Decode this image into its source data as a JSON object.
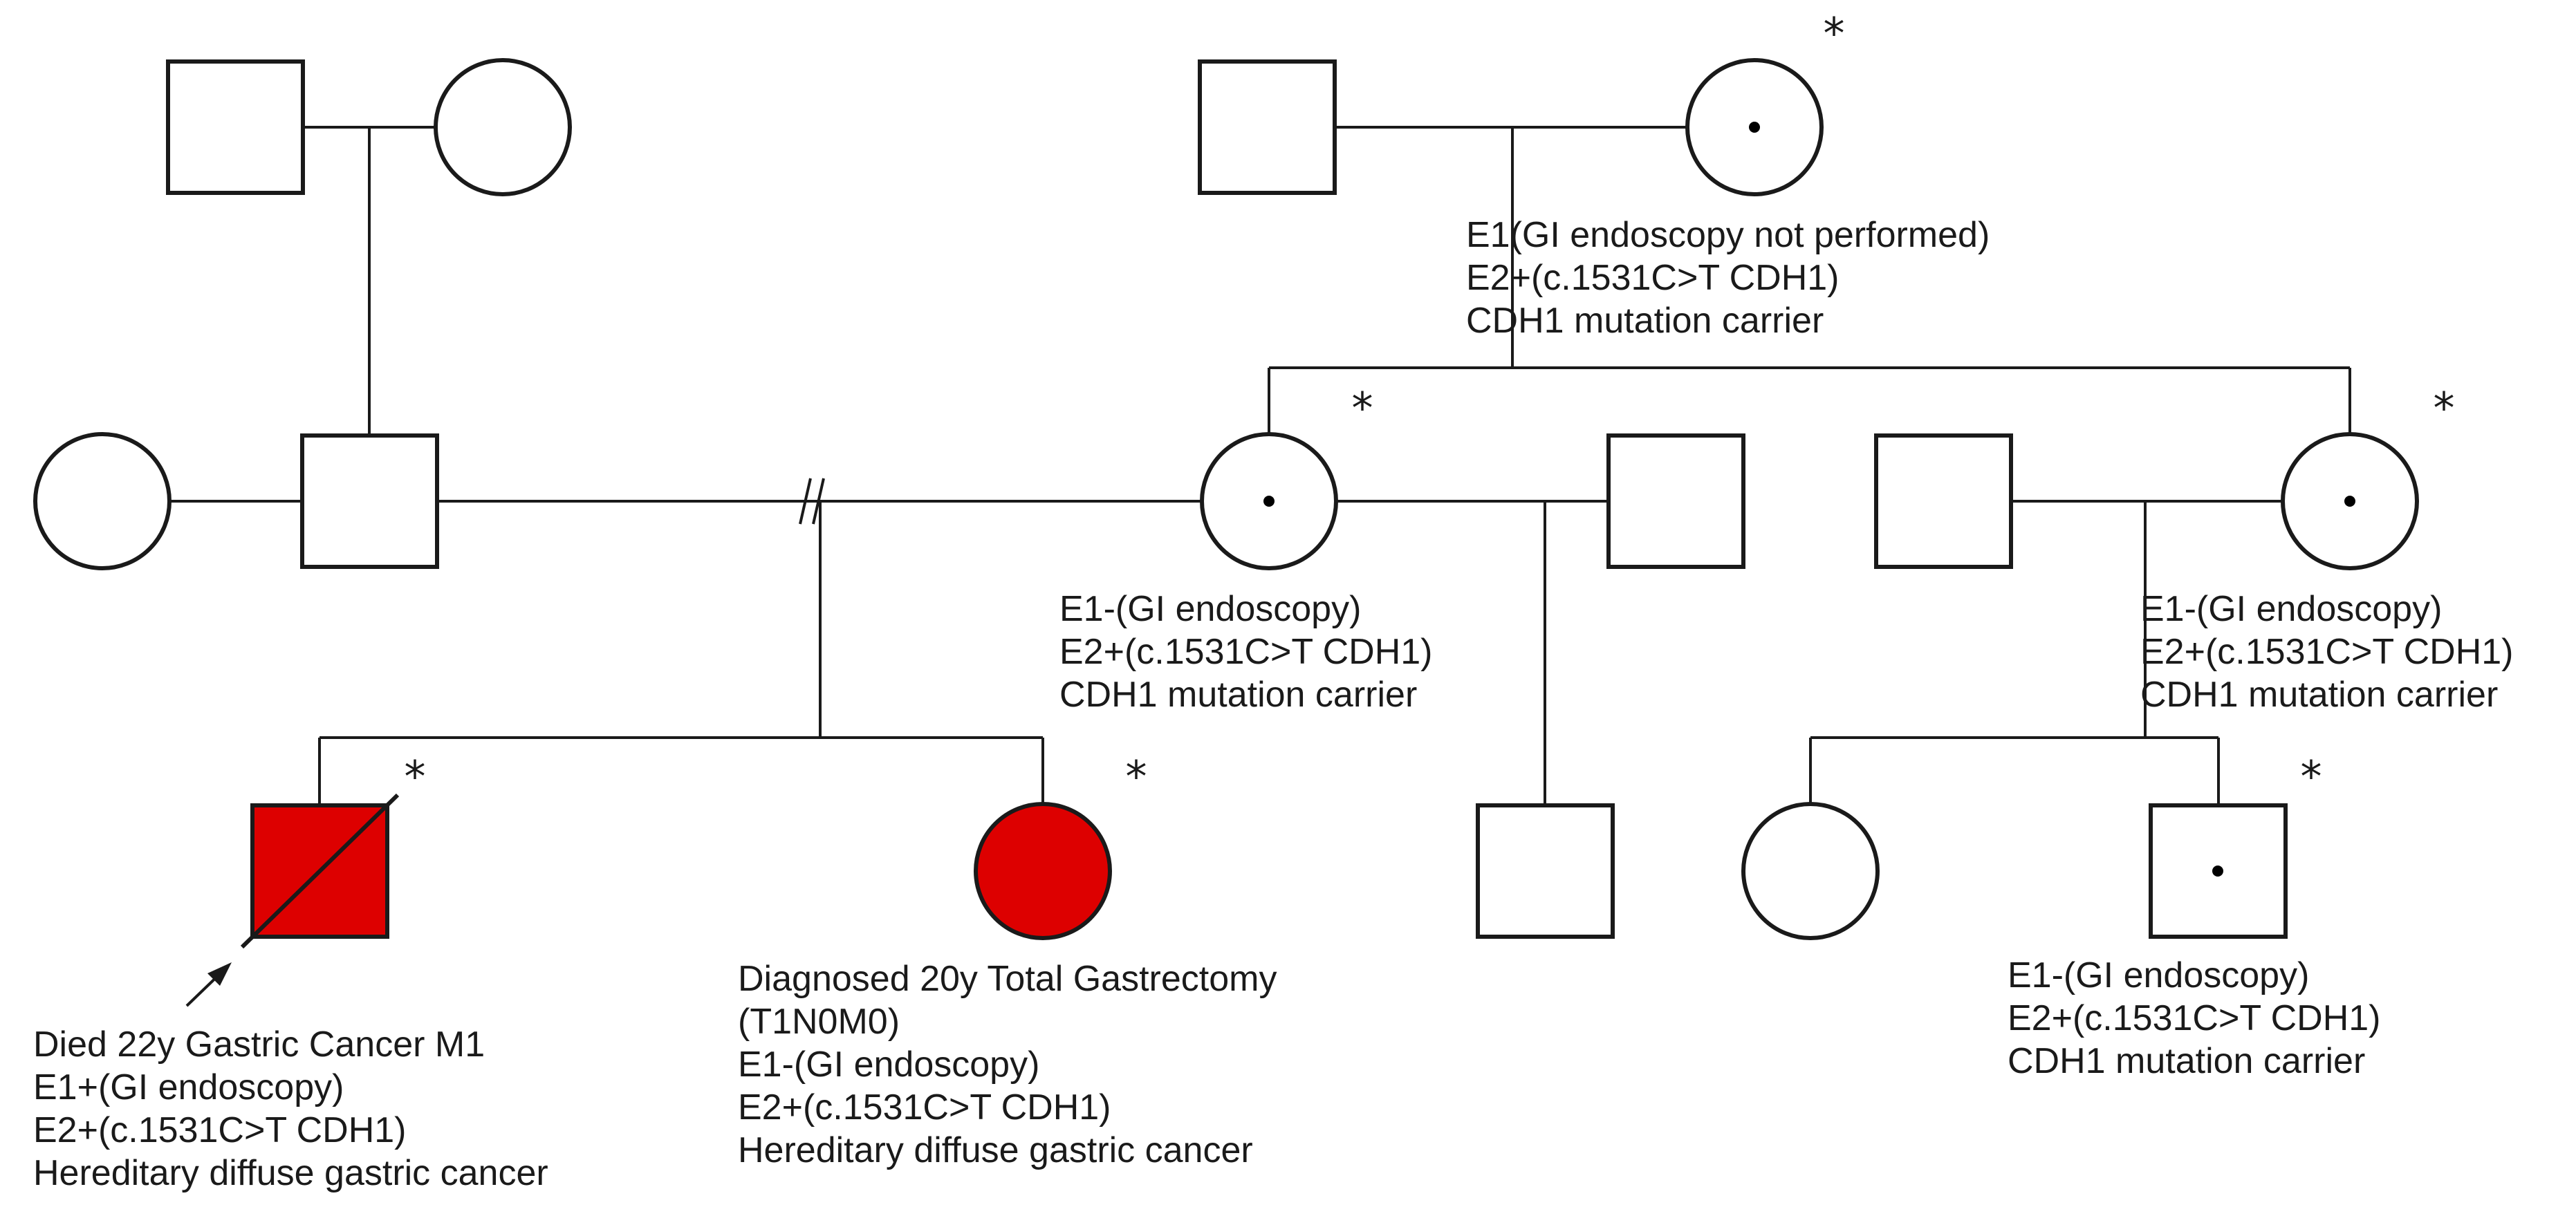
{
  "colors": {
    "affected": "#dd0000",
    "line": "#1a1a1a",
    "background": "#ffffff"
  },
  "labels": {
    "maternal_grandmother": [
      "E1(GI endoscopy not performed)",
      "E2+(c.1531C>T CDH1)",
      "CDH1 mutation carrier"
    ],
    "mother": [
      "E1-(GI endoscopy)",
      "E2+(c.1531C>T CDH1)",
      "CDH1 mutation carrier"
    ],
    "aunt": [
      "E1-(GI endoscopy)",
      "E2+(c.1531C>T CDH1)",
      "CDH1 mutation carrier"
    ],
    "proband": [
      "Died 22y Gastric Cancer M1",
      "E1+(GI endoscopy)",
      "E2+(c.1531C>T CDH1)",
      "Hereditary diffuse gastric cancer"
    ],
    "sister": [
      "Diagnosed 20y Total Gastrectomy",
      "(T1N0M0)",
      "E1-(GI endoscopy)",
      "E2+(c.1531C>T CDH1)",
      "Hereditary diffuse gastric cancer"
    ],
    "cousin": [
      "E1-(GI endoscopy)",
      "E2+(c.1531C>T CDH1)",
      "CDH1 mutation carrier"
    ]
  },
  "asterisk": "*"
}
